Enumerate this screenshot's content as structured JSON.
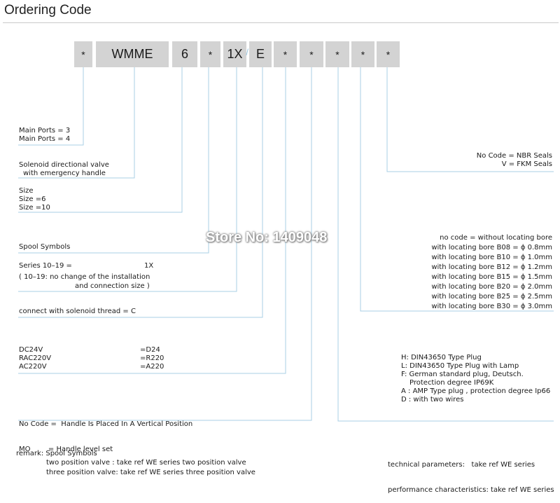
{
  "title": "Ordering Code",
  "code_boxes": [
    "*",
    "WMME",
    "6",
    "*",
    "1X",
    "E",
    "*",
    "*",
    "*",
    "*",
    "*"
  ],
  "code_slash": "/",
  "left_notes": {
    "ports": [
      "Main Ports = 3",
      "Main Ports = 4"
    ],
    "valve": [
      "Solenoid directional valve",
      "with emergency handle"
    ],
    "size": [
      "Size",
      "Size =6",
      "Size =10"
    ],
    "spool": "Spool Symbols",
    "series": [
      "Series 10–19 =",
      "( 10–19: no change of the installation",
      "and connection size )"
    ],
    "series_value": "1X",
    "thread": "connect with solenoid thread = C",
    "voltage_names": [
      "DC24V",
      "RAC220V",
      "AC220V"
    ],
    "voltage_codes": [
      "=D24",
      "=R220",
      "=A220"
    ],
    "handle": [
      "No Code =  Handle Is Placed In A Vertical Position",
      "MO        = Handle level set"
    ]
  },
  "right_notes": {
    "seals": [
      "No Code = NBR Seals",
      "V = FKM Seals"
    ],
    "bores": [
      "no code = without locating bore",
      "with locating bore B08 = ϕ 0.8mm",
      "with locating bore B10 = ϕ 1.0mm",
      "with locating bore B12 = ϕ 1.2mm",
      "with locating bore B15 = ϕ 1.5mm",
      "with locating bore B20 = ϕ 2.0mm",
      "with locating bore B25 = ϕ 2.5mm",
      "with locating bore B30 = ϕ 3.0mm"
    ],
    "plugs": [
      "H: DIN43650 Type Plug",
      "L: DIN43650 Type Plug with Lamp",
      "F: German standard plug, Deutsch.",
      "Protection degree IP69K",
      "A : AMP Type plug , protection degree Ip66",
      "D : with two wires"
    ]
  },
  "remark": {
    "head": "remark: Spool Symbols",
    "lines": [
      "two position valve : take ref WE series two position valve",
      "three position valve: take ref WE series three position valve"
    ]
  },
  "technical": [
    "technical parameters:   take ref WE series",
    "performance characteristics: take ref WE series"
  ],
  "watermark": "Store No: 1409048",
  "colors": {
    "box": "#d3d3d3",
    "connector": "#a9cfe4",
    "rule": "#c9c9c9"
  }
}
